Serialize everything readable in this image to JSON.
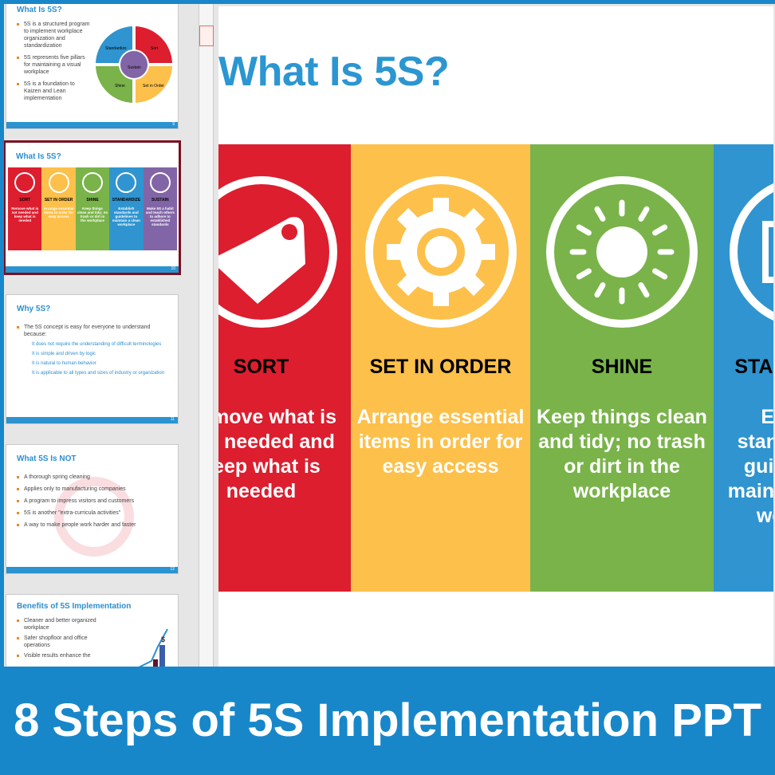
{
  "colors": {
    "red": "#dc1e2f",
    "yellow": "#fdc04a",
    "green": "#79b34a",
    "blue": "#2f94cf",
    "purple": "#8265a6",
    "accent": "#1787c9"
  },
  "thumbnails": [
    {
      "title": "What Is 5S?",
      "bullets": [
        "5S is a structured program to implement workplace organization and standardization",
        "5S represents five pillars for maintaining a visual workplace",
        "5S is a foundation to Kaizen and Lean implementation"
      ],
      "wheel": [
        "Standardize",
        "Sort",
        "Shine",
        "Set in Order",
        "Sustain"
      ],
      "page": "9"
    },
    {
      "title": "What Is 5S?",
      "columns": [
        {
          "label": "SORT",
          "desc": "Remove what is not needed and keep what is needed"
        },
        {
          "label": "SET IN ORDER",
          "desc": "Arrange essential items in order for easy access"
        },
        {
          "label": "SHINE",
          "desc": "Keep things clean and tidy; no trash or dirt in the workplace"
        },
        {
          "label": "STANDARDIZE",
          "desc": "Establish standards and guidelines to maintain a clean workplace"
        },
        {
          "label": "SUSTAIN",
          "desc": "Make 5S a habit and teach others to adhere to established standards"
        }
      ],
      "page": "10"
    },
    {
      "title": "Why 5S?",
      "bullet": "The 5S concept is easy for everyone to understand because:",
      "subs": [
        "It does not require the understanding of difficult terminologies",
        "It is simple and driven by logic",
        "It is natural to human behavior",
        "It is applicable to all types and sizes of industry or organization"
      ],
      "page": "11"
    },
    {
      "title": "What 5S Is NOT",
      "bullets": [
        "A thorough spring cleaning",
        "Applies only to manufacturing companies",
        "A program to impress visitors and customers",
        "5S is another \"extra-curricula activities\"",
        "A way to make people work harder and faster"
      ],
      "page": "12"
    },
    {
      "title": "Benefits of 5S Implementation",
      "bullets": [
        "Cleaner and better organized workplace",
        "Safer shopfloor and office operations",
        "Visible results enhance the"
      ]
    }
  ],
  "main_slide": {
    "title": "What Is 5S?",
    "columns": [
      {
        "label": "SORT",
        "desc": "Remove what is not needed and keep what is needed",
        "icon": "tag-icon"
      },
      {
        "label": "SET IN ORDER",
        "desc": "Arrange essential items in order for easy access",
        "icon": "gear-icon"
      },
      {
        "label": "SHINE",
        "desc": "Keep things clean and tidy; no trash or dirt in the workplace",
        "icon": "sun-icon"
      },
      {
        "label": "STANDARDIZE",
        "desc": "Establish standards and guidelines to maintain a clean workplace",
        "icon": "book-icon"
      }
    ]
  },
  "banner": "8 Steps of 5S Implementation PPT"
}
